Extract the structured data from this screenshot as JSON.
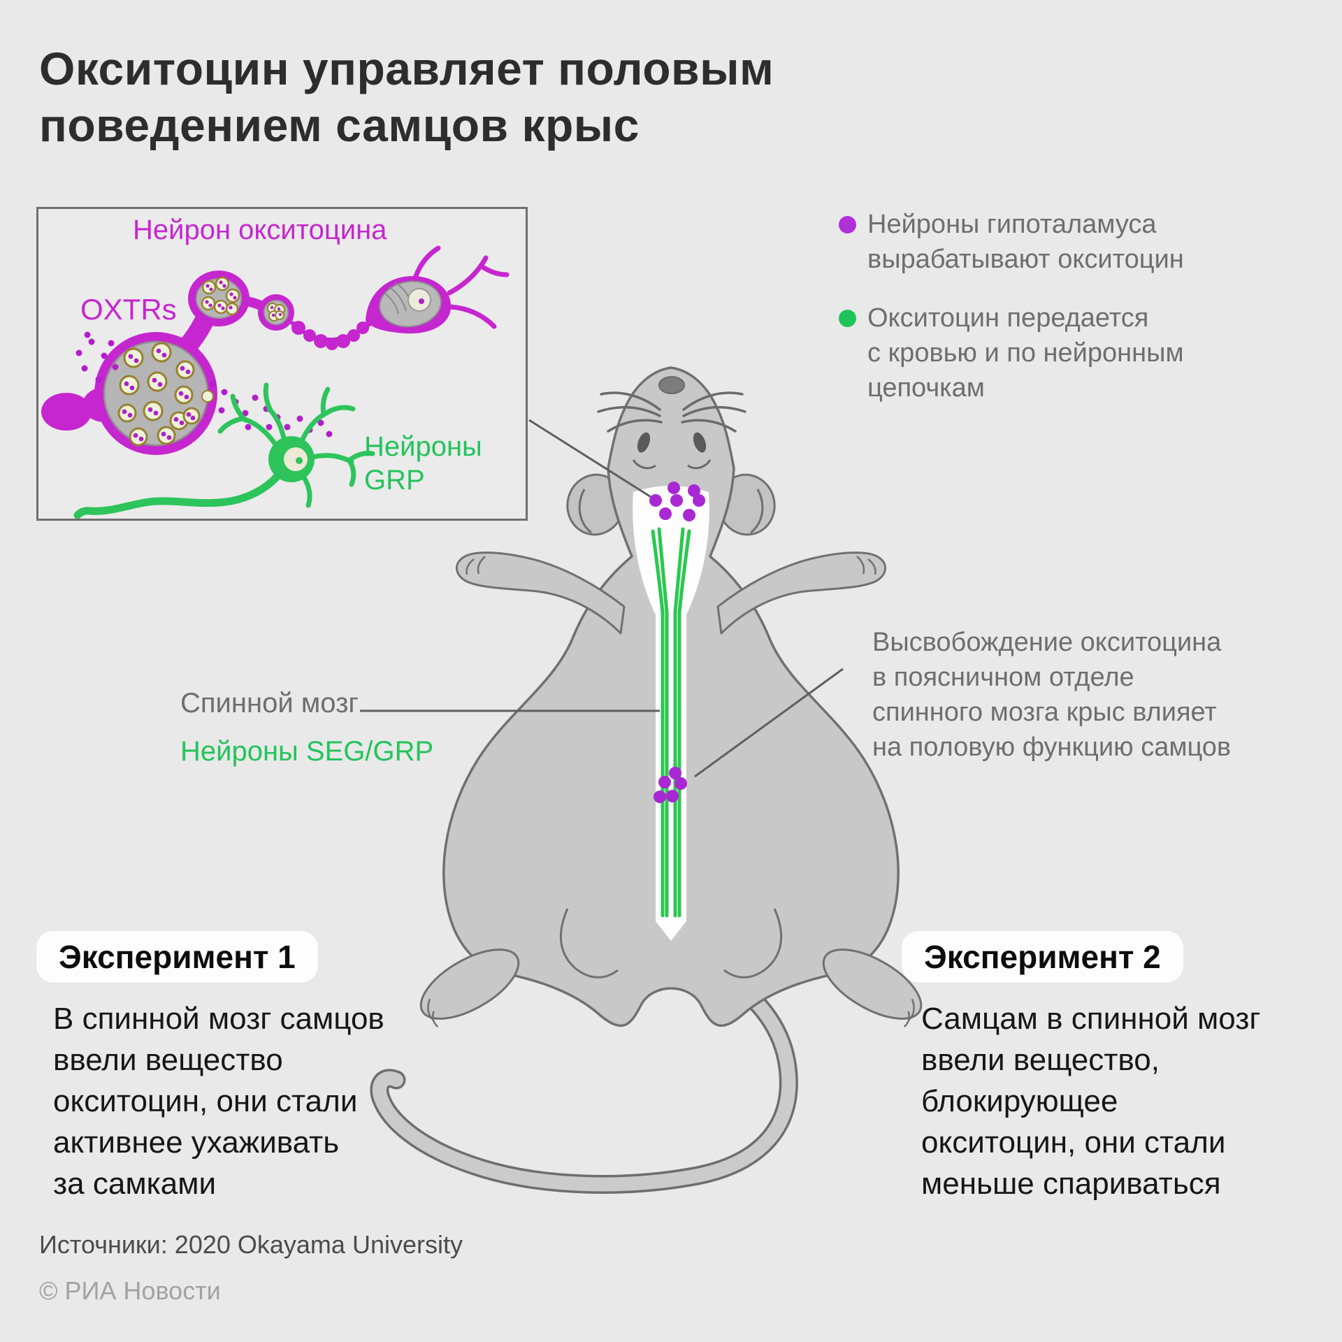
{
  "title": {
    "line1": "Окситоцин управляет половым",
    "line2": "поведением самцов крыс"
  },
  "inset": {
    "title": "Нейрон окситоцина",
    "label_oxtrs": "OXTRs",
    "label_grp": "Нейроны\nGRP"
  },
  "legend": {
    "items": [
      {
        "color": "#b02fd6",
        "text": "Нейроны гипоталамуса\nвырабатывают окситоцин"
      },
      {
        "color": "#1dc558",
        "text": "Окситоцин передается\nс кровью и по нейронным\nцепочкам"
      }
    ]
  },
  "spinal_label": {
    "line1": "Спинной мозг",
    "line2": "Нейроны SEG/GRP"
  },
  "callout": {
    "text": "Высвобождение окситоцина\nв поясничном отделе\nспинного мозга крыс влияет\nна половую функцию самцов"
  },
  "experiment1": {
    "badge": "Эксперимент 1",
    "text": "В спинной мозг самцов\nввели вещество\nокситоцин, они стали\nактивнее ухаживать\nза самками"
  },
  "experiment2": {
    "badge": "Эксперимент 2",
    "text": "Самцам в спинной мозг\nввели вещество,\nблокирующее\nокситоцин, они стали\nменьше спариваться"
  },
  "footer": {
    "source": "Источники: 2020 Okayama University",
    "copyright": "© РИА Новости"
  },
  "colors": {
    "background": "#e9e9e9",
    "magenta": "#c626cf",
    "purple_dots": "#a928d3",
    "green": "#24c35b",
    "green_lines": "#2bc750",
    "rat_gray": "#c8c8c8",
    "outline_gray": "#707070",
    "text_gray": "#6e6e6e",
    "dark_text": "#161616"
  }
}
